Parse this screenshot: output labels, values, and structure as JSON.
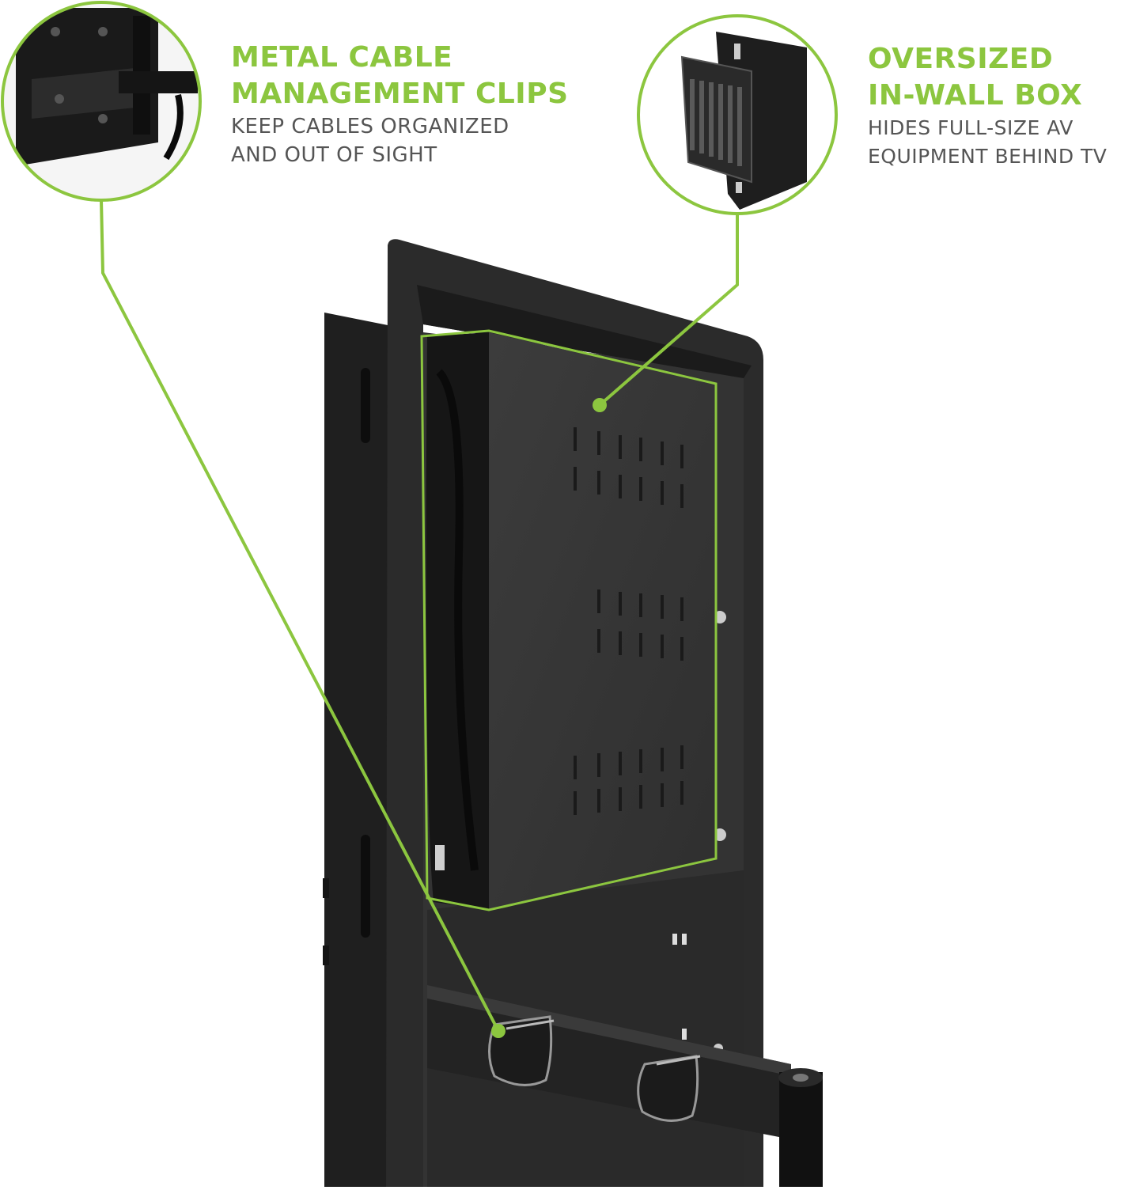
{
  "accent_color": "#8cc63f",
  "callouts": [
    {
      "heading_line1": "METAL CABLE",
      "heading_line2": "MANAGEMENT CLIPS",
      "sub_line1": "KEEP CABLES ORGANIZED",
      "sub_line2": "AND OUT OF SIGHT"
    },
    {
      "heading_line1": "OVERSIZED",
      "heading_line2": "IN-WALL BOX",
      "sub_line1": "HIDES FULL-SIZE AV",
      "sub_line2": "EQUIPMENT BEHIND TV"
    }
  ]
}
